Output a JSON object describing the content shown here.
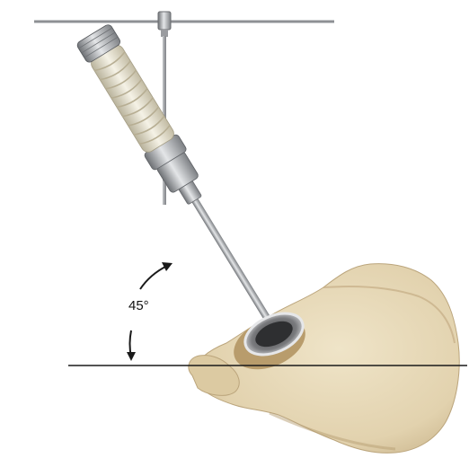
{
  "figure": {
    "angle_label": "45°"
  },
  "parts": {
    "alignment_guide_icon": "t-handle-alignment-guide",
    "reamer_handle_icon": "reamer-handle",
    "pelvis_icon": "pelvis-bone",
    "acetabular_cup_icon": "acetabular-cup-implant"
  },
  "colors": {
    "bone": "#E6D8B8",
    "bone_shadow": "#C9B48E",
    "metal": "#A8AAAD",
    "handle": "#E9E5D6",
    "line": "#1A1A1A"
  }
}
